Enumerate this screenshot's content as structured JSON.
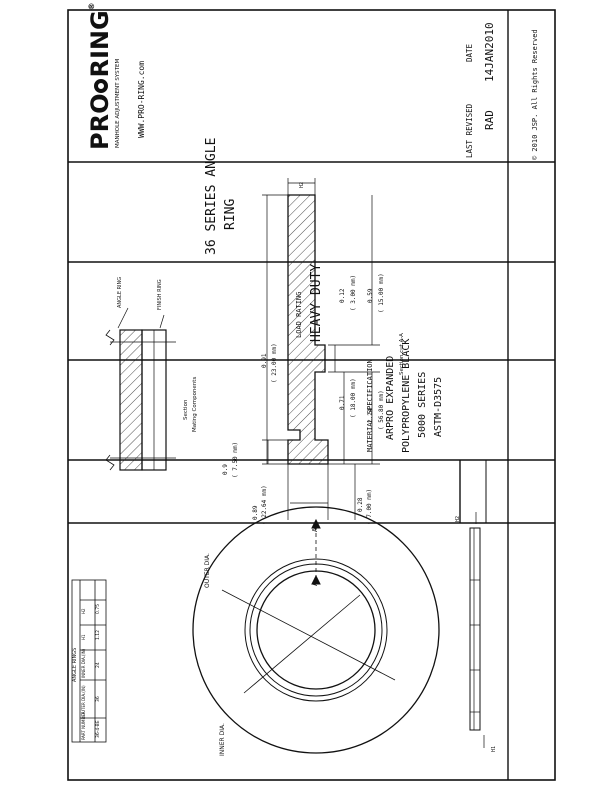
{
  "title_block": {
    "brand": {
      "pro": "PRO",
      "ring": "RING",
      "reg": "®",
      "tagline": "MANHOLE ADJUSTMENT SYSTEM",
      "website": "WWW.PRO-RING.com"
    },
    "title_line1": "36 SERIES ANGLE",
    "title_line2": "RING",
    "load_rating_label": "LOAD RATING",
    "load_rating_value": "HEAVY DUTY",
    "material_label": "MATERIAL SPECIFICATION",
    "material_lines": [
      "ARPRO EXPANDED",
      "POLYPROPYLENE BLACK",
      "5000 SERIES",
      "ASTM-D3575"
    ],
    "last_revised_label": "LAST REVISED",
    "last_revised_value": "RAD",
    "date_label": "DATE",
    "date_value": "14JAN2010",
    "copyright": "© 2010 JSP.  All Rights Reserved"
  },
  "mating": {
    "angle_ring_label": "ANGLE RING",
    "finish_ring_label": "FINISH RING",
    "caption_line1": "Section",
    "caption_line2": "Mating Components"
  },
  "section": {
    "caption": "Section cut A-A",
    "h2_label": "H2",
    "dims": {
      "d091_in": "0.91",
      "d091_mm": "( 23.00 mm)",
      "d012_in": "0.12",
      "d012_mm": "( 3.00 mm)",
      "d059_in": "0.59",
      "d059_mm": "( 15.00 mm)",
      "d071_in": "0.71",
      "d071_mm": "( 18.00 mm)",
      "d224_in": "2.24",
      "d224_mm": "( 56.80 mm)",
      "d09_in": "0.9",
      "d09_mm": "( 7.50 mm)",
      "d089_in": "0.89",
      "d089_mm": "( 22.64 mm)",
      "d028_in": "0.28",
      "d028_mm": "( 7.00 mm)"
    }
  },
  "plan": {
    "outer_dia_label": "OUTER DIA.",
    "inner_dia_label": "INNER DIA.",
    "cut_label": "A",
    "h1_label": "H1",
    "h2_label": "H2"
  },
  "angle_table": {
    "title": "ANGLE RINGS",
    "headers": [
      "PART NUMBER",
      "OUTER DIA.(IN)",
      "INNER DIA.(IN)",
      "H1",
      "H2"
    ],
    "rows": [
      [
        "36-4-BE",
        "36",
        "24",
        "1.12",
        "0.75"
      ]
    ]
  }
}
